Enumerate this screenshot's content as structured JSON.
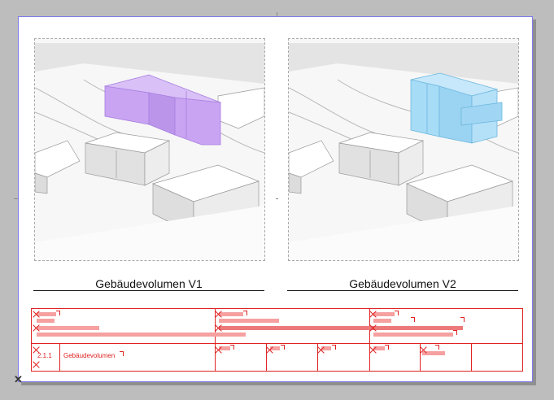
{
  "views": [
    {
      "caption": "Gebäudevolumen V1",
      "highlight_color": "#c9a4f2",
      "highlight_edge": "#a77ee0"
    },
    {
      "caption": "Gebäudevolumen V2",
      "highlight_color": "#a7dcf6",
      "highlight_edge": "#6db7de"
    }
  ],
  "title_table": {
    "number": "2.1.1",
    "label": "Gebäudevolumen"
  },
  "icons": {
    "close": "✕"
  },
  "colors": {
    "sheet_border": "#7d79e8",
    "table_line": "#e02222",
    "table_bar": "#f6a0a0"
  }
}
